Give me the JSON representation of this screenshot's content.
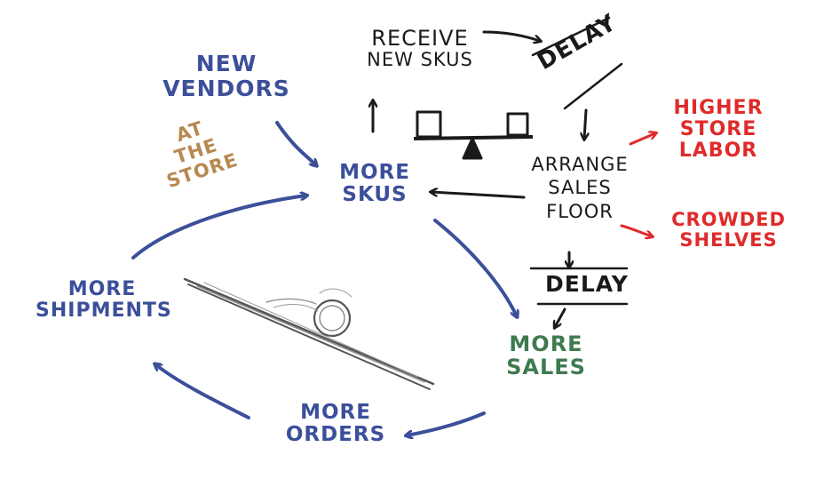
{
  "colors": {
    "blue": "#3b4f9a",
    "black": "#1a1a1a",
    "red": "#e02a2a",
    "green": "#3f7a4f",
    "brown": "#b78950",
    "gray": "#555555"
  },
  "icons": [
    "seesaw-icon",
    "ball-on-ramp-icon"
  ],
  "nodes": {
    "new_vendors": {
      "line1": "NEW",
      "line2": "VENDORS"
    },
    "at_the_store": {
      "line1": "AT",
      "line2": "THE",
      "line3": "STORE"
    },
    "more_skus": {
      "line1": "MORE",
      "line2": "SKUS"
    },
    "receive_new_skus": {
      "line1": "RECEIVE",
      "line2": "NEW SKUS"
    },
    "delay_top": {
      "text": "DELAY"
    },
    "arrange_sales_floor": {
      "line1": "ARRANGE",
      "line2": "SALES",
      "line3": "FLOOR"
    },
    "higher_store_labor": {
      "line1": "HIGHER",
      "line2": "STORE",
      "line3": "LABOR"
    },
    "crowded_shelves": {
      "line1": "CROWDED",
      "line2": "SHELVES"
    },
    "delay_bottom": {
      "text": "DELAY"
    },
    "more_sales": {
      "line1": "MORE",
      "line2": "SALES"
    },
    "more_orders": {
      "line1": "MORE",
      "line2": "ORDERS"
    },
    "more_shipments": {
      "line1": "MORE",
      "line2": "SHIPMENTS"
    }
  }
}
